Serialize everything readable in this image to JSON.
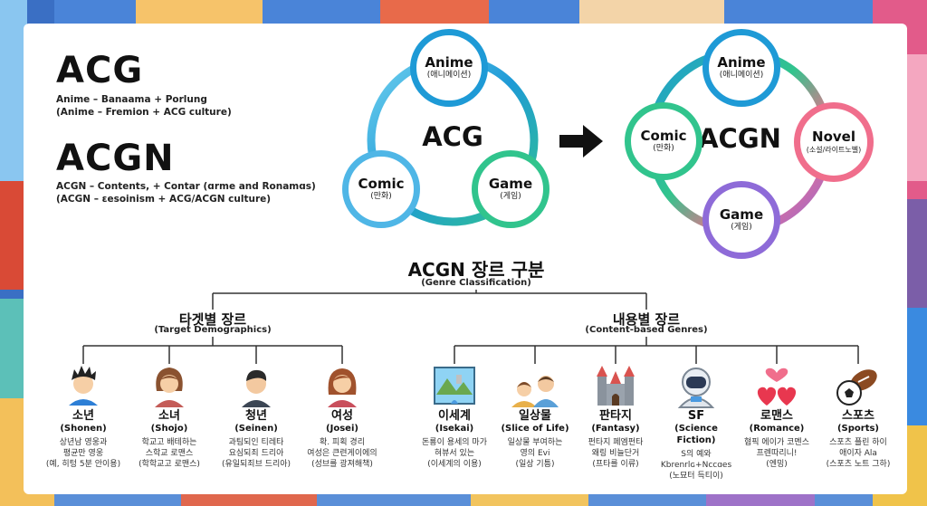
{
  "intro": {
    "acg_title": "ACG",
    "acg_line1": "Anime – Banaama + Porlung",
    "acg_line2": "(Anime – Fremion + ACG culture)",
    "acgn_title": "ACGN",
    "acgn_line1": "ACGN – Contents, + Contar (ɑrme and Ronamɑs)",
    "acgn_line2": "(ACGN – ɛesoinism + ACG/ACGN culture)"
  },
  "acg_cycle": {
    "center": "ACG",
    "anime": {
      "title": "Anime",
      "sub": "(애니메이션)"
    },
    "comic": {
      "title": "Comic",
      "sub": "(만화)"
    },
    "game": {
      "title": "Game",
      "sub": "(게임)"
    }
  },
  "arrow": "→",
  "acgn_cycle": {
    "center": "ACGN",
    "anime": {
      "title": "Anime",
      "sub": "(애니메이션)"
    },
    "comic": {
      "title": "Comic",
      "sub": "(만화)"
    },
    "novel": {
      "title": "Novel",
      "sub": "(소설/라이트노벨)"
    },
    "game": {
      "title": "Game",
      "sub": "(게임)"
    }
  },
  "tree": {
    "title": "ACGN 장르 구분",
    "subtitle": "(Genre Classification)",
    "target": {
      "title": "타겟별 장르",
      "sub": "(Target Demographics)"
    },
    "content": {
      "title": "내용별 장르",
      "sub": "(Content-based Genres)"
    },
    "genres": [
      {
        "name": "소년",
        "en": "(Shonen)",
        "desc1": "상년남 영웅과",
        "desc2": "평균만 영웅",
        "desc3": "(예, 히텅 5분 안이용)"
      },
      {
        "name": "소녀",
        "en": "(Shojo)",
        "desc1": "학교고 배테하는",
        "desc2": "스학교 로맨스",
        "desc3": "(학학교고 로맨스)"
      },
      {
        "name": "청년",
        "en": "(Seinen)",
        "desc1": "과팀되인 티레타",
        "desc2": "요심되죄 드리아",
        "desc3": "(유일되죄브 드리아)"
      },
      {
        "name": "여성",
        "en": "(Josei)",
        "desc1": "확. 피획 경리",
        "desc2": "여성은 큰련게이에의",
        "desc3": "(성브를 광져해책)"
      },
      {
        "name": "이세계",
        "en": "(Isekai)",
        "desc1": "돈룡이 용세의 마가",
        "desc2": "혀뷰서 있는",
        "desc3": "(이세계의 이용)"
      },
      {
        "name": "일상물",
        "en": "(Slice of Life)",
        "desc1": "일상물 부여하는",
        "desc2": "영의 Evi",
        "desc3": "(일상 기틍)"
      },
      {
        "name": "판타지",
        "en": "(Fantasy)",
        "desc1": "펀타지 페엠펀타",
        "desc2": "왜링 비늘단거",
        "desc3": "(프타를 이류)"
      },
      {
        "name": "SF",
        "en": "(Science Fiction)",
        "desc1": "S의 예와",
        "desc2": "Kbrenrlɢ+Nccɑes",
        "desc3": "(노묘터 득티이)"
      },
      {
        "name": "로맨스",
        "en": "(Romance)",
        "desc1": "혐픽 에이가 코멘스",
        "desc2": "프렌따리니!",
        "desc3": "(엔밍)"
      },
      {
        "name": "스포츠",
        "en": "(Sports)",
        "desc1": "스포츠 플린 하이",
        "desc2": "애이자 Ala",
        "desc3": "(스포츠 노트 그하)"
      }
    ]
  },
  "colors": {
    "accent_blue": "#1e9ad6",
    "accent_green": "#31c48d",
    "accent_pink": "#f06e8c",
    "accent_purple": "#8e6bd8",
    "line": "#333333"
  }
}
